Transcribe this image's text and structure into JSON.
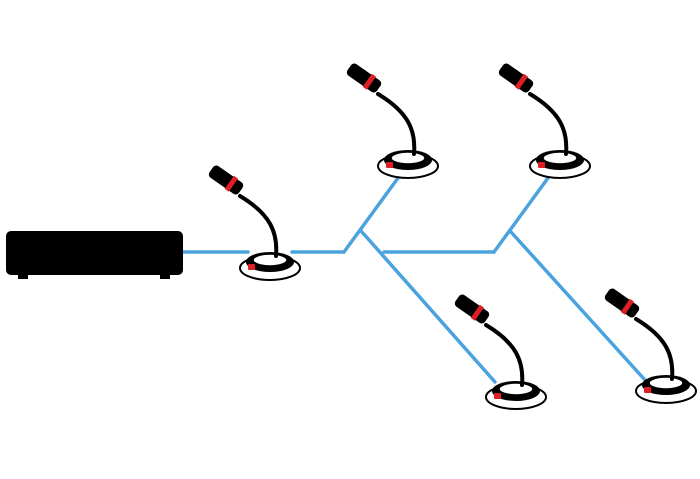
{
  "diagram": {
    "type": "conference-microphone-daisy-chain",
    "colors": {
      "background": "#ffffff",
      "cable": "#4aa3de",
      "device": "#000000",
      "accent": "#e01e26"
    },
    "central_unit": {
      "icon": "control-unit-icon"
    },
    "microphones": [
      {
        "id": "mic-1",
        "icon": "gooseneck-microphone-icon"
      },
      {
        "id": "mic-2",
        "icon": "gooseneck-microphone-icon"
      },
      {
        "id": "mic-3",
        "icon": "gooseneck-microphone-icon"
      },
      {
        "id": "mic-4",
        "icon": "gooseneck-microphone-icon"
      },
      {
        "id": "mic-5",
        "icon": "gooseneck-microphone-icon"
      }
    ],
    "connections": [
      {
        "from": "central_unit",
        "to": "mic-1"
      },
      {
        "from": "mic-1",
        "to": "mic-2"
      },
      {
        "from": "mic-1",
        "to": "mic-4"
      },
      {
        "from": "mic-1",
        "to": "mic-3"
      },
      {
        "from": "mic-1",
        "to": "mic-5"
      }
    ]
  }
}
